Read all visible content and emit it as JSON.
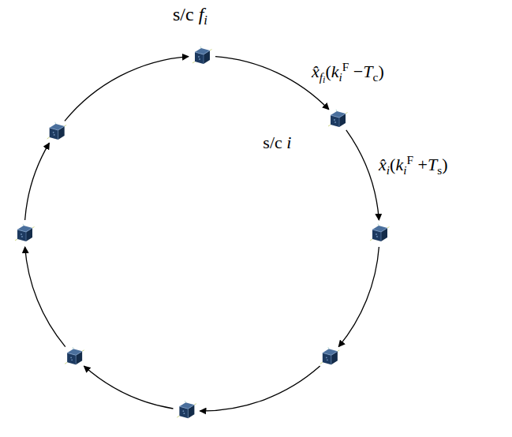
{
  "diagram": {
    "nodes": [
      {
        "text": [
          "s/c fi"
        ]
      },
      {
        "text": [
          "s/c i"
        ]
      }
    ],
    "edges": [
      {
        "from": 0,
        "to": 1,
        "arrow": "to",
        "label": "x̂fi(kiF −Tc)"
      }
    ],
    "labels": [
      "x̂i(kiF +Ts)"
    ]
  }
}
